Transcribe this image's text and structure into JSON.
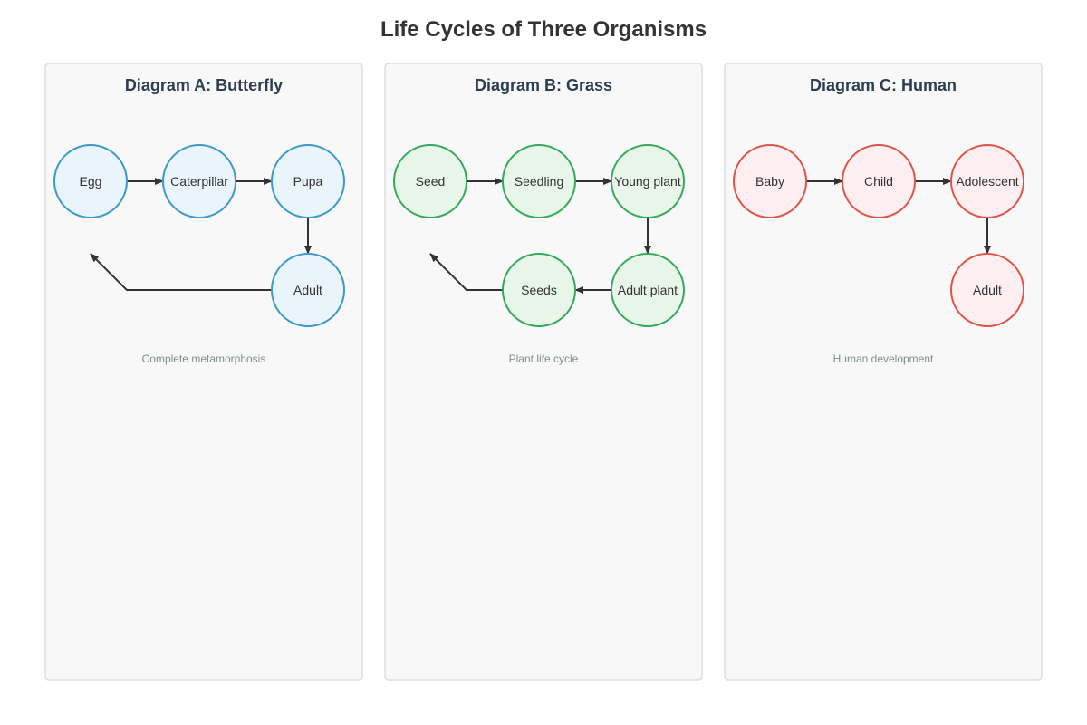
{
  "title": "Life Cycles of Three Organisms",
  "diagrams": [
    {
      "title": "Diagram A: Butterfly",
      "caption": "Complete metamorphosis",
      "colors": {
        "fill": "#eaf4fb",
        "stroke": "#3e98c9"
      },
      "nodes": [
        {
          "label": "Egg"
        },
        {
          "label": "Caterpillar"
        },
        {
          "label": "Pupa"
        },
        {
          "label": "Adult"
        }
      ]
    },
    {
      "title": "Diagram B: Grass",
      "caption": "Plant life cycle",
      "colors": {
        "fill": "#e8f6e9",
        "stroke": "#35a85e"
      },
      "nodes": [
        {
          "label": "Seed"
        },
        {
          "label": "Seedling"
        },
        {
          "label": "Young plant"
        },
        {
          "label": "Adult plant"
        },
        {
          "label": "Seeds"
        }
      ]
    },
    {
      "title": "Diagram C: Human",
      "caption": "Human development",
      "colors": {
        "fill": "#fdeef2",
        "stroke": "#dd5548"
      },
      "nodes": [
        {
          "label": "Baby"
        },
        {
          "label": "Child"
        },
        {
          "label": "Adolescent"
        },
        {
          "label": "Adult"
        }
      ]
    }
  ]
}
